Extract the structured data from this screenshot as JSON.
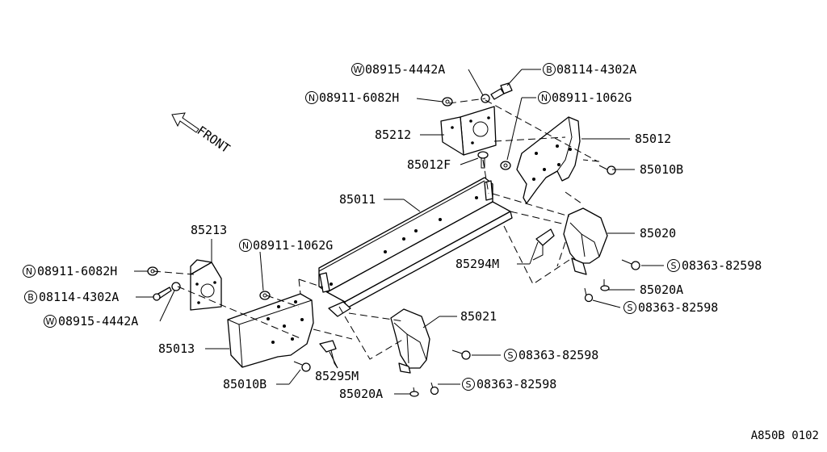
{
  "diagram": {
    "orientation_label": "FRONT",
    "drawing_code": "A850B 0102",
    "parts": {
      "bracket_upper": "85212",
      "bumper_end_right": "85012",
      "bumper_end_right_fastener": "85012F",
      "bumper_reinforcement": "85011",
      "bracket_lower": "85213",
      "bumper_end_left": "85013",
      "bumper_end_left_bolt": "85010B",
      "bumper_end_right_bolt": "85010B",
      "guard_right": "85020",
      "guard_right_bolt": "85020A",
      "guard_left": "85021",
      "guard_left_bolt": "85020A",
      "bracket_right_small": "85294M",
      "bracket_left_small": "85295M"
    },
    "fasteners": {
      "washer_upper": {
        "symbol": "W",
        "code": "08915-4442A"
      },
      "bolt_upper": {
        "symbol": "B",
        "code": "08114-4302A"
      },
      "nut_upper": {
        "symbol": "N",
        "code": "08911-6082H"
      },
      "nut_upper_right": {
        "symbol": "N",
        "code": "08911-1062G"
      },
      "nut_mid": {
        "symbol": "N",
        "code": "08911-1062G"
      },
      "nut_left": {
        "symbol": "N",
        "code": "08911-6082H"
      },
      "bolt_left": {
        "symbol": "B",
        "code": "08114-4302A"
      },
      "washer_left": {
        "symbol": "W",
        "code": "08915-4442A"
      },
      "screw_right_upper": {
        "symbol": "S",
        "code": "08363-82598"
      },
      "screw_right_lower": {
        "symbol": "S",
        "code": "08363-82598"
      },
      "screw_left_upper": {
        "symbol": "S",
        "code": "08363-82598"
      },
      "screw_left_lower": {
        "symbol": "S",
        "code": "08363-82598"
      }
    }
  }
}
